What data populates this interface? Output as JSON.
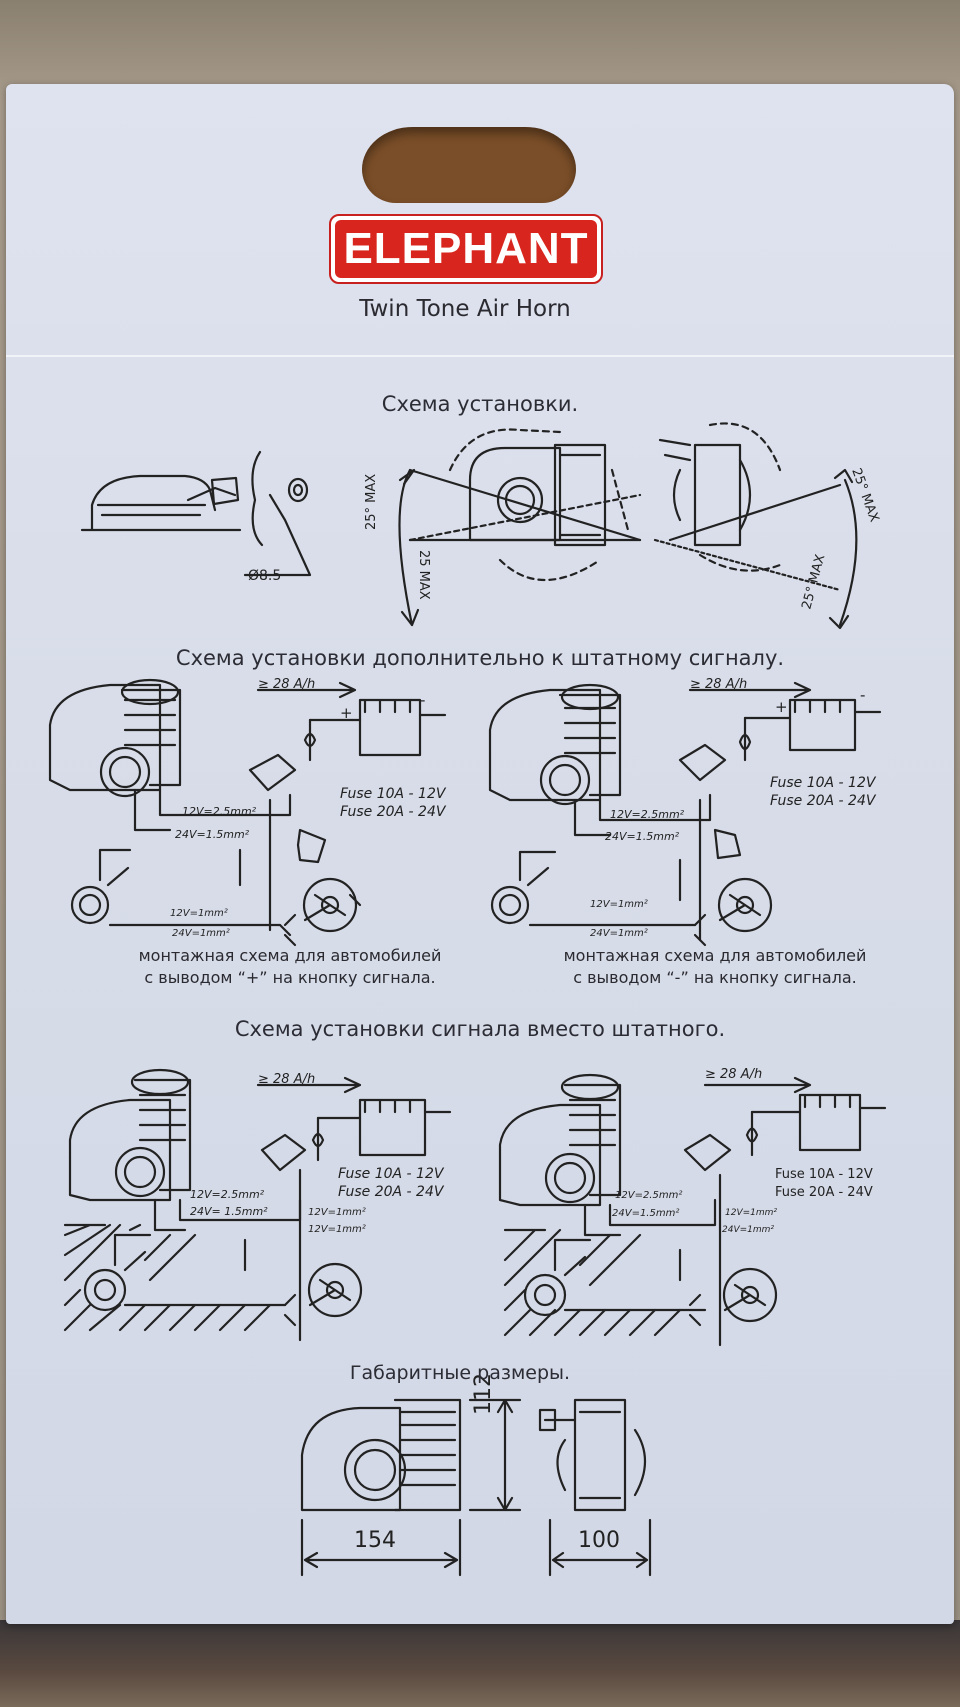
{
  "brand": {
    "logo_text": "ELEPHANT",
    "product": "Twin Tone Air Horn",
    "logo_color": "#d8261f"
  },
  "section1": {
    "title": "Схема установки.",
    "hole": "Ø8.5",
    "angle_upper_left": "25° MAX",
    "angle_lower_left": "25 MAX",
    "angle_upper_right": "25° MAX",
    "angle_lower_right": "25° MAX"
  },
  "section2": {
    "title": "Схема установки дополнительно к штатному сигналу.",
    "battery": "≥ 28 A/h",
    "fuse_12": "Fuse 10A - 12V",
    "fuse_24": "Fuse 20A - 24V",
    "wire_12_thick": "12V=2.5mm²",
    "wire_24_thick": "24V=1.5mm²",
    "wire_12_thin": "12V=1mm²",
    "wire_24_thin": "24V=1mm²",
    "caption_left_1": "монтажная схема для автомобилей",
    "caption_left_2": "с выводом “+” на кнопку сигнала.",
    "caption_right_1": "монтажная схема для автомобилей",
    "caption_right_2": "с выводом “-” на кнопку сигнала.",
    "plus": "+",
    "minus": "-"
  },
  "section3": {
    "title": "Схема установки сигнала вместо штатного.",
    "battery": "≥ 28 A/h",
    "fuse_12": "Fuse 10A - 12V",
    "fuse_24": "Fuse 20A - 24V",
    "wire_12_thick": "12V=2.5mm²",
    "wire_24_thick": "24V= 1.5mm²",
    "wire_12_thin": "12V=1mm²",
    "wire_24_thin": "12V=1mm²",
    "r_wire_12_thick": "12V=2.5mm²",
    "r_wire_24_thick": "24V=1.5mm²",
    "r_wire_12_thin": "12V=1mm²",
    "r_wire_24_thin": "24V=1mm²"
  },
  "section4": {
    "title": "Габаритные размеры.",
    "height": "112",
    "length": "154",
    "width": "100"
  }
}
